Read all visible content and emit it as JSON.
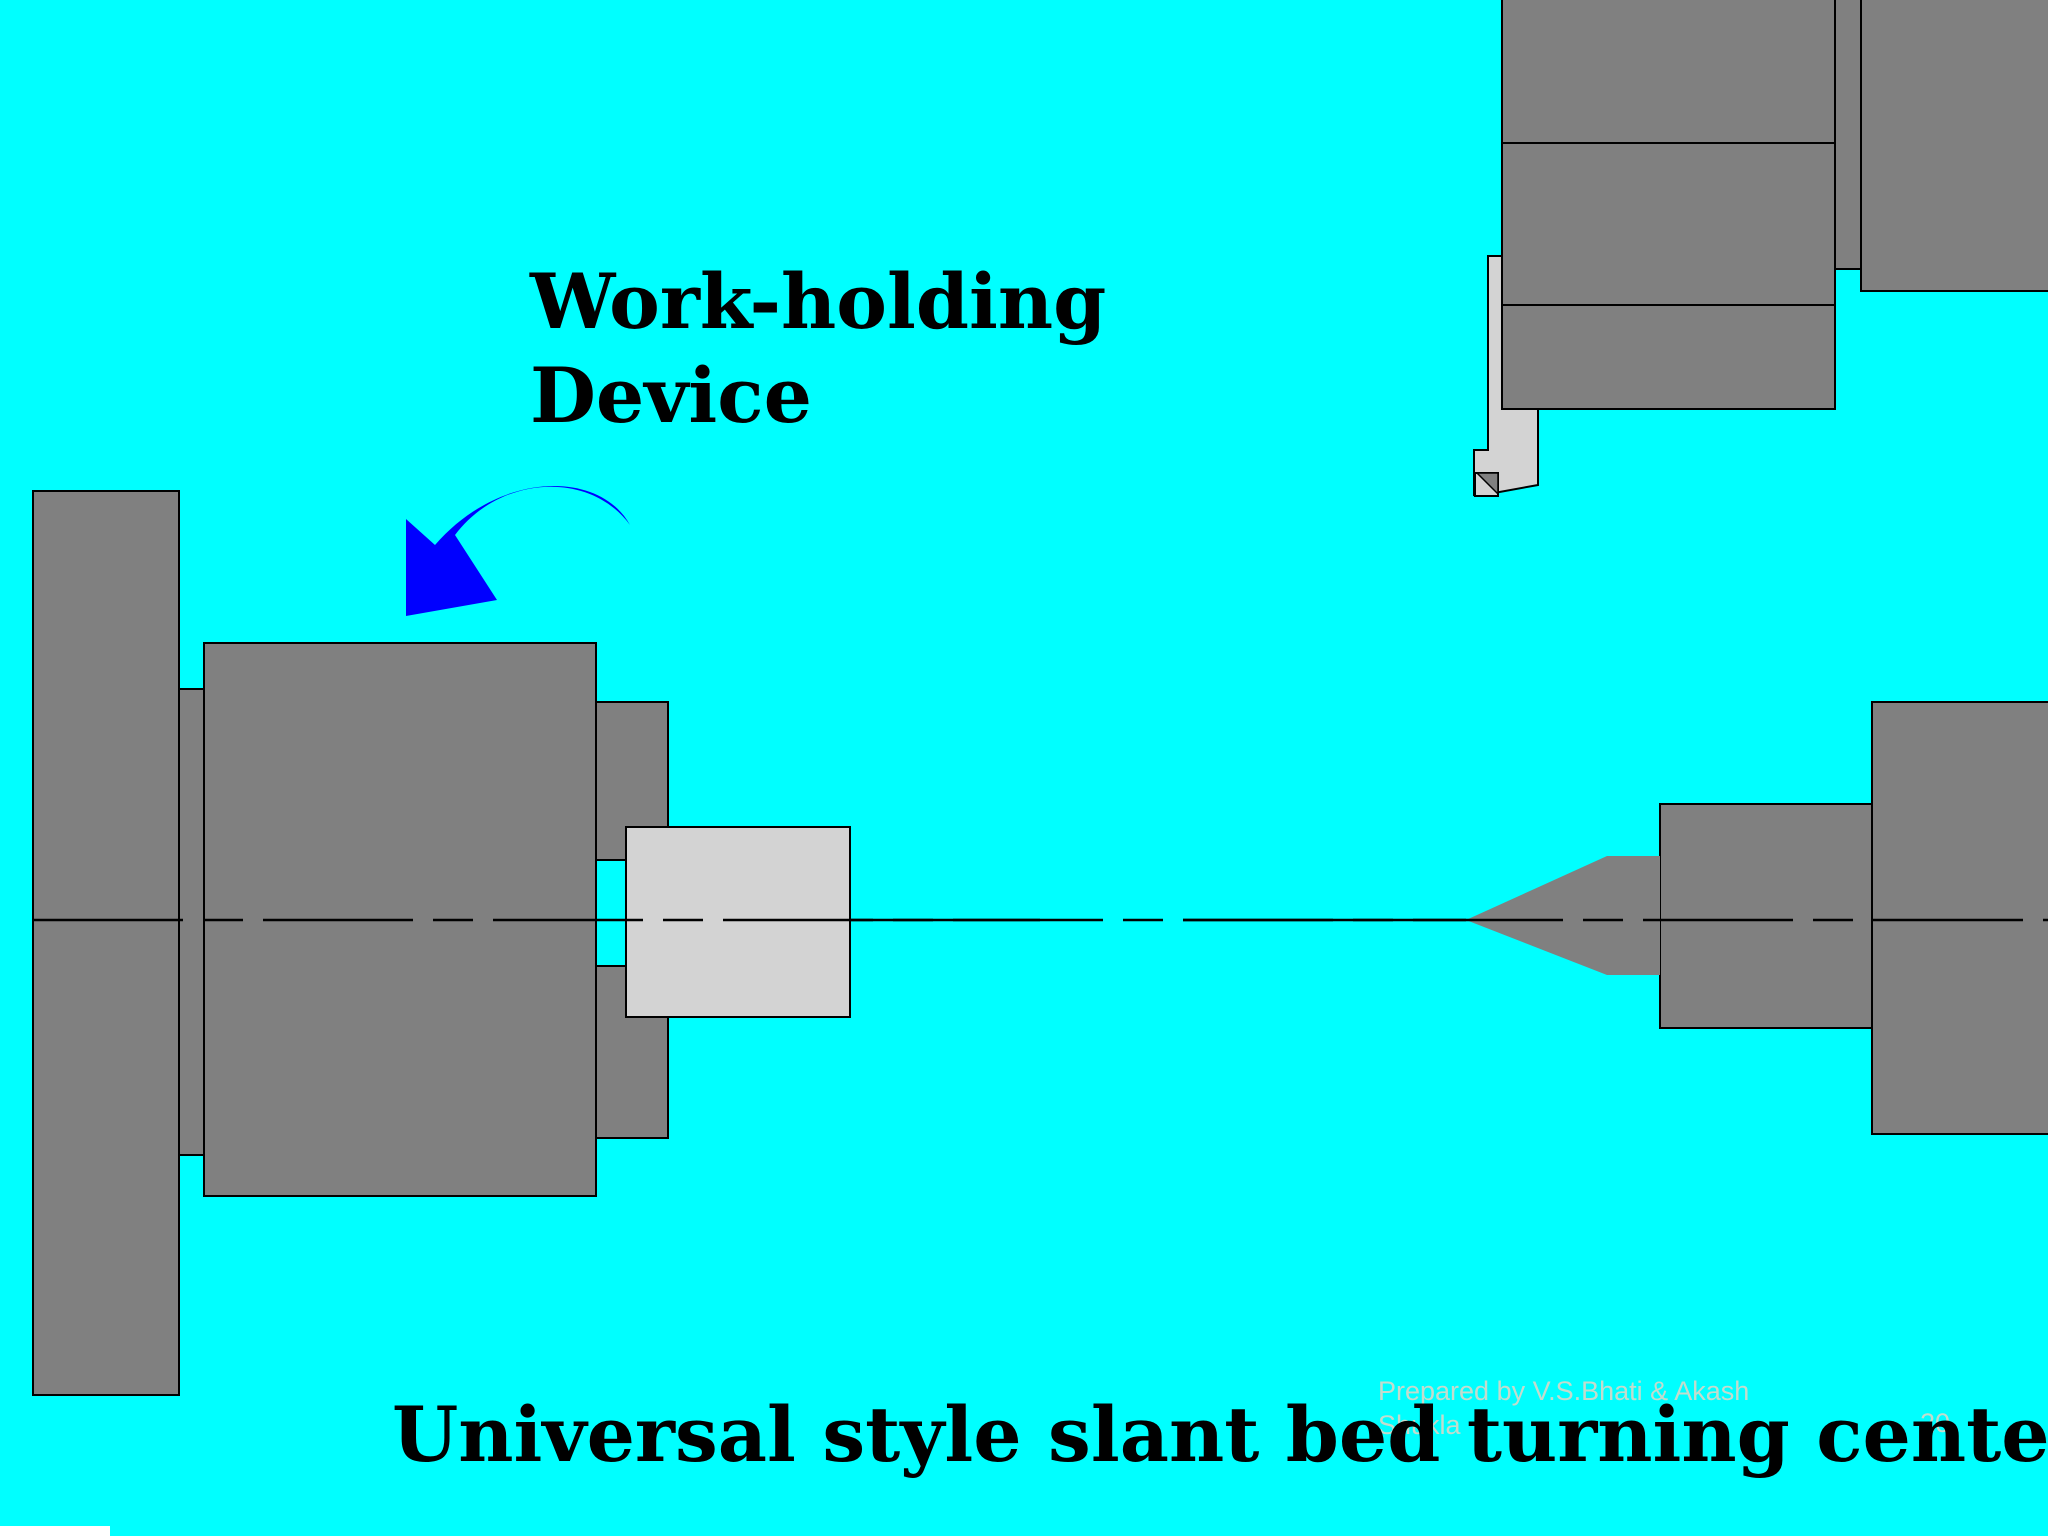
{
  "slide": {
    "background_color": "#00FFFF",
    "title": "Universal style slant bed turning center",
    "footer_credit": "Prepared by  V.S.Bhati  &    Akash Shukla",
    "slide_number": "20"
  },
  "callout": {
    "label_line1": "Work-holding",
    "label_line2": "Device",
    "arrow_color": "#0000FF",
    "arrow_icon": "curved-arrow-icon"
  },
  "colors": {
    "machine_gray": "#808080",
    "workpiece_light_gray": "#D3D3D3",
    "outline": "#000000"
  },
  "components": [
    "spindle-face",
    "chuck-body",
    "chuck-jaws",
    "workpiece",
    "tailstock-center",
    "tailstock-quill",
    "tailstock-body",
    "tool-turret",
    "cutting-tool",
    "centerline"
  ]
}
